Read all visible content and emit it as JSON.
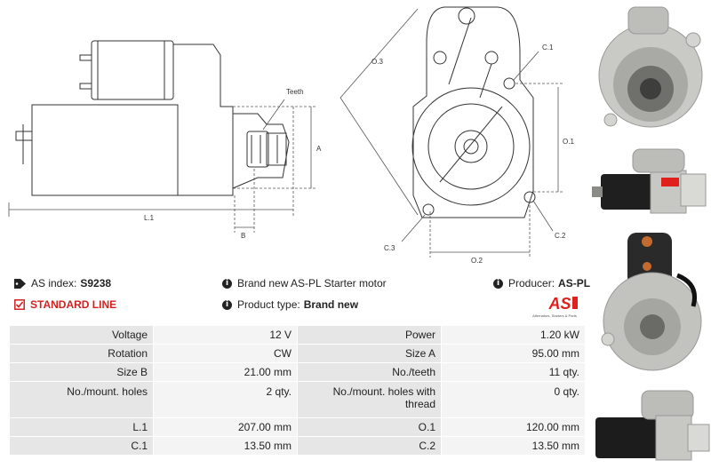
{
  "drawing": {
    "label_teeth": "Teeth",
    "label_a": "A",
    "label_b": "B",
    "label_l1": "L.1",
    "label_o3": "O.3",
    "label_o1": "O.1",
    "label_o2": "O.2",
    "label_c1": "C.1",
    "label_c2": "C.2",
    "label_c3": "C.3"
  },
  "info": {
    "as_index_label": "AS index:",
    "as_index_value": "S9238",
    "standard_line": "STANDARD LINE",
    "description": "Brand new AS-PL Starter motor",
    "product_type_label": "Product type:",
    "product_type_value": "Brand new",
    "producer_label": "Producer:",
    "producer_value": "AS-PL"
  },
  "logo": {
    "text": "AS",
    "tagline": "Alternators, Starters & Parts",
    "color": "#e0201c"
  },
  "specs": [
    {
      "k1": "Voltage",
      "v1": "12 V",
      "k2": "Power",
      "v2": "1.20 kW"
    },
    {
      "k1": "Rotation",
      "v1": "CW",
      "k2": "Size A",
      "v2": "95.00 mm"
    },
    {
      "k1": "Size B",
      "v1": "21.00 mm",
      "k2": "No./teeth",
      "v2": "11 qty."
    },
    {
      "k1": "No./mount. holes",
      "v1": "2 qty.",
      "k2": "No./mount. holes with thread",
      "v2": "0 qty."
    },
    {
      "k1": "L.1",
      "v1": "207.00 mm",
      "k2": "O.1",
      "v2": "120.00 mm"
    },
    {
      "k1": "C.1",
      "v1": "13.50 mm",
      "k2": "C.2",
      "v2": "13.50 mm"
    }
  ]
}
